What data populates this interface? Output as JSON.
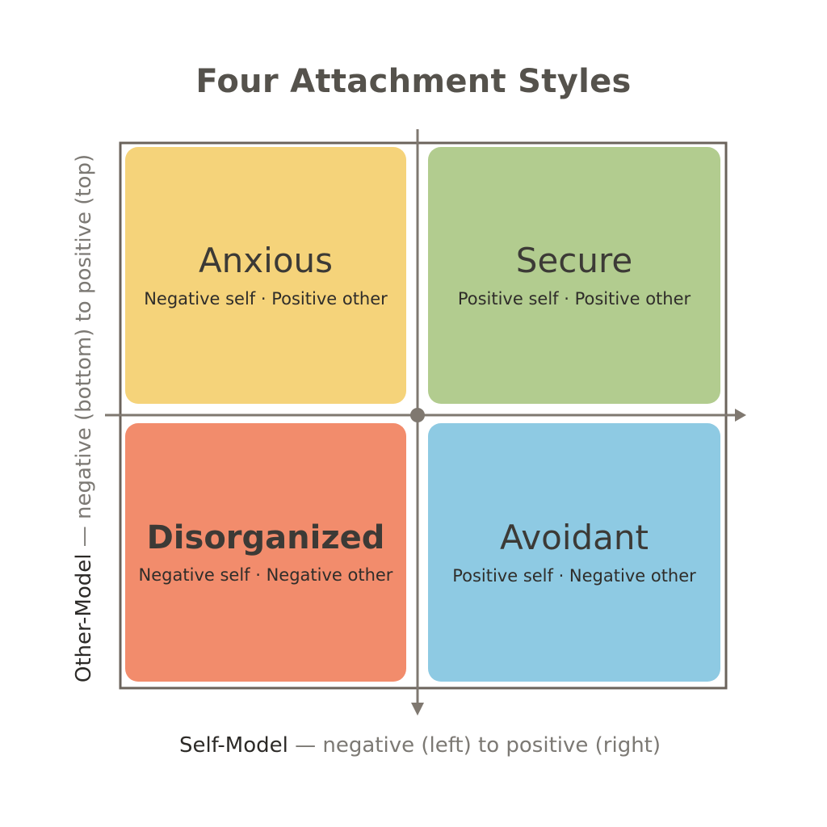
{
  "title": "Four Attachment Styles",
  "quadrants": {
    "top_left": {
      "name": "Anxious",
      "description": "Negative self · Positive other",
      "color": "#f5d37a"
    },
    "top_right": {
      "name": "Secure",
      "description": "Positive self · Positive other",
      "color": "#b2cc8f"
    },
    "bottom_left": {
      "name": "Disorganized",
      "description": "Negative self · Negative other",
      "color": "#f28c6c"
    },
    "bottom_right": {
      "name": "Avoidant",
      "description": "Positive self · Negative other",
      "color": "#8ecae3"
    }
  },
  "x_axis": {
    "name": "Self-Model",
    "range_text": "— negative (left) to positive (right)"
  },
  "y_axis": {
    "name": "Other-Model",
    "range_text": "— negative (bottom) to positive (top)"
  },
  "colors": {
    "frame": "#6b635b",
    "axis": "#7f7870"
  }
}
